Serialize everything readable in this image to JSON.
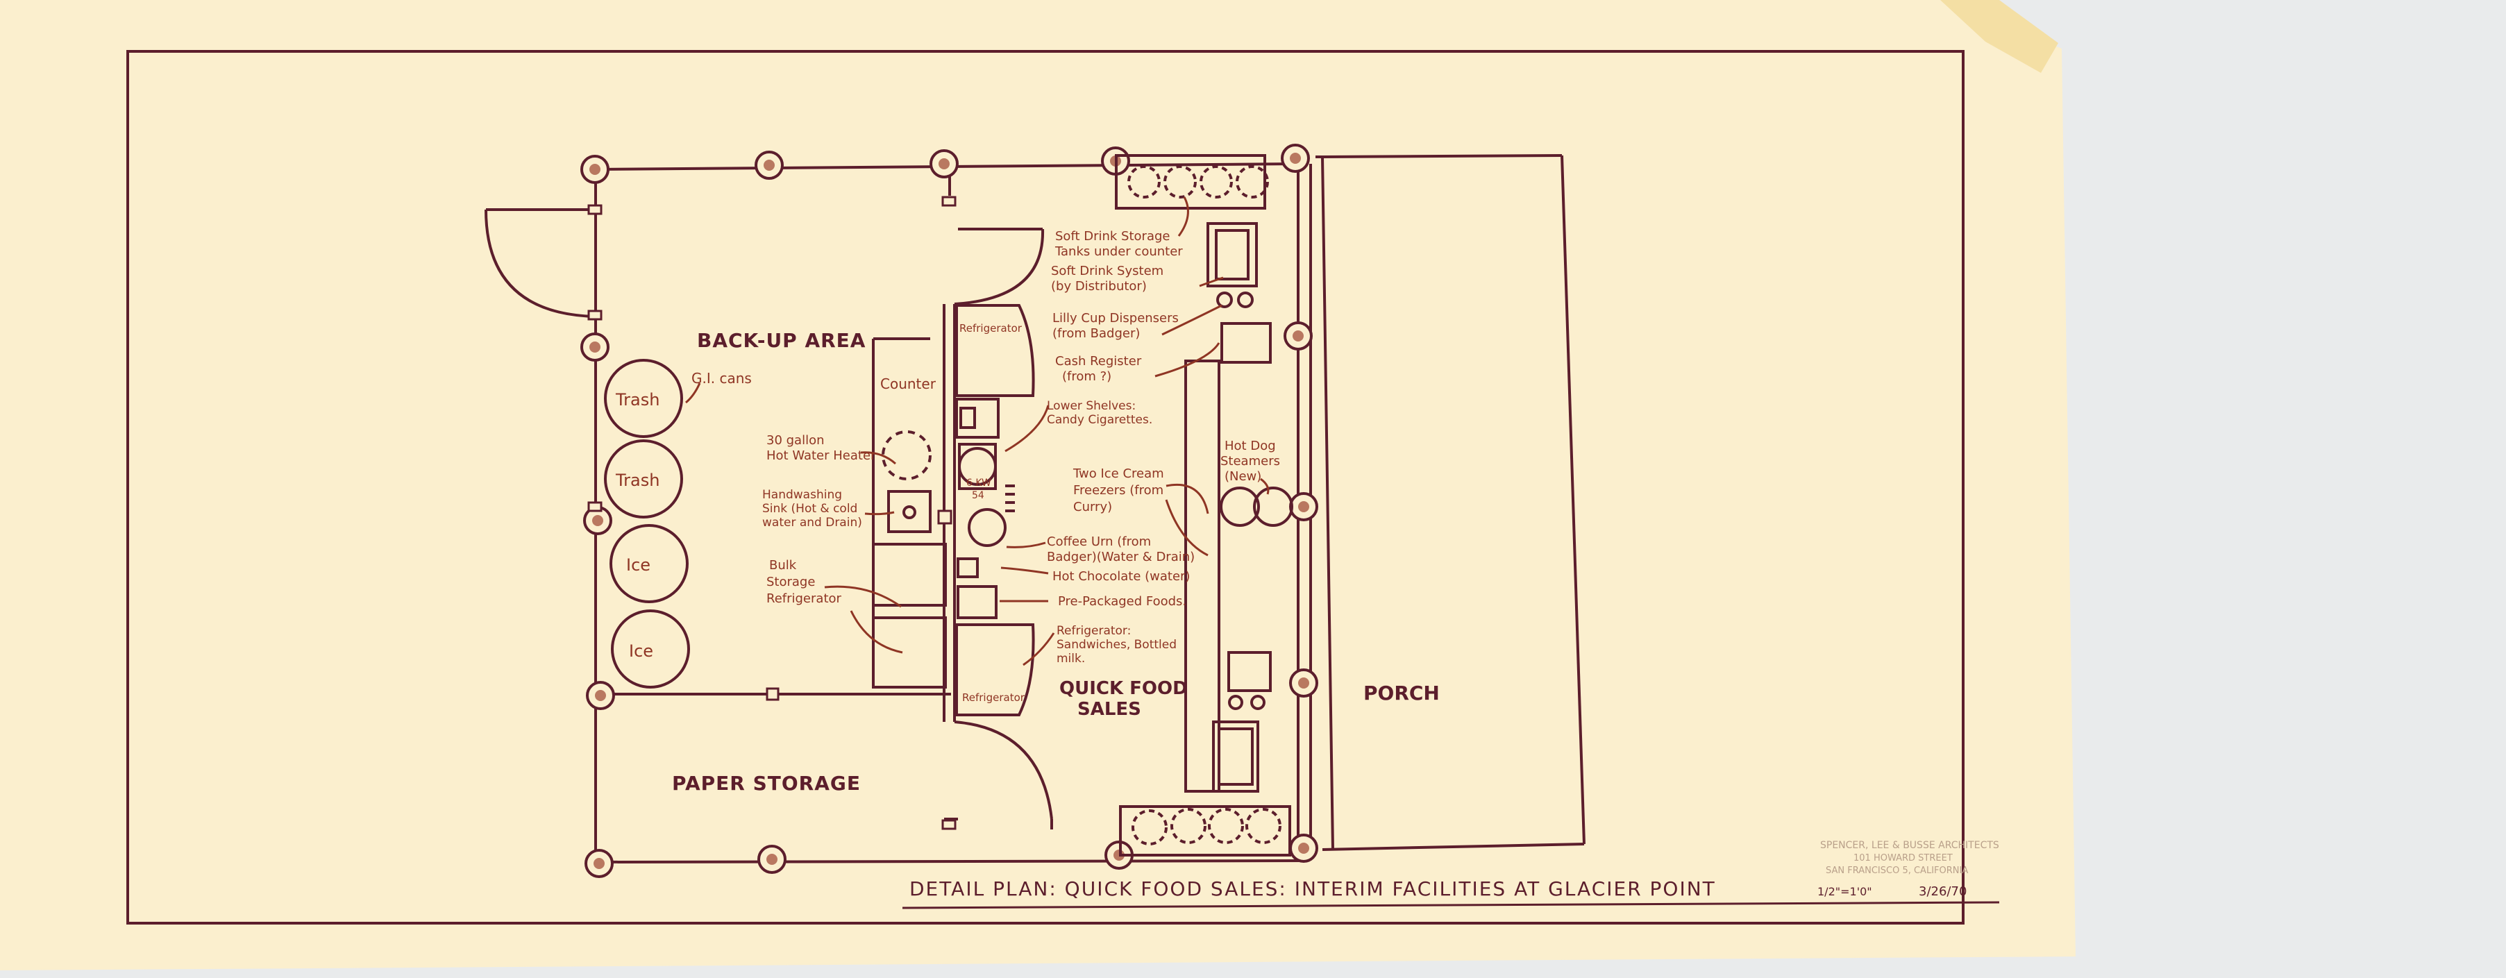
{
  "colors": {
    "paper": "#fbefce",
    "background": "#e9ebec",
    "plum_ink": "#5c1e2c",
    "red_ink": "#8f3524",
    "stamp": "#b9a08a"
  },
  "drawing": {
    "title": "DETAIL PLAN:  QUICK FOOD SALES:   INTERIM FACILITIES AT GLACIER POINT",
    "scale": "1/2\"=1'0\"",
    "date": "3/26/70",
    "stamp": {
      "line1": "SPENCER, LEE & BUSSE ARCHITECTS",
      "line2": "101 HOWARD STREET",
      "line3": "SAN FRANCISCO 5, CALIFORNIA"
    }
  },
  "areas": {
    "backup": "BACK-UP AREA",
    "paper": "PAPER STORAGE",
    "quick_food": [
      "QUICK FOOD",
      "SALES"
    ],
    "porch": "PORCH"
  },
  "equipment": {
    "trash1": "Trash",
    "trash2": "Trash",
    "ice1": "Ice",
    "ice2": "Ice",
    "gi_cans": "G.I. cans",
    "counter": "Counter",
    "refrigerator_top": "Refrigerator",
    "refrigerator_bottom": "Refrigerator",
    "coffee_urn": [
      "6 KW",
      "54"
    ]
  },
  "labels": {
    "water_heater": [
      "30 gallon",
      "Hot Water Heater"
    ],
    "handsink": [
      "Handwashing",
      "Sink (Hot & cold",
      "water and Drain)"
    ],
    "bulk_refrigerator": [
      "Bulk",
      "Storage",
      "Refrigerator"
    ],
    "lower_shelves": [
      "Lower Shelves:",
      "Candy Cigarettes."
    ],
    "soft_drink_storage": [
      "Soft Drink Storage",
      "Tanks under counter"
    ],
    "soft_drink_system": [
      "Soft Drink System",
      "(by Distributor)"
    ],
    "lilly_cup": [
      "Lilly Cup Dispensers",
      "(from Badger)"
    ],
    "cash_register": [
      "Cash Register",
      "(from  ?)"
    ],
    "ice_cream": [
      "Two Ice Cream",
      "Freezers (from",
      "Curry)"
    ],
    "hot_dog": [
      "Hot Dog",
      "Steamers",
      "(New)"
    ],
    "coffee": [
      "Coffee Urn (from",
      "Badger)(Water & Drain)"
    ],
    "hot_chocolate": "Hot Chocolate (water)",
    "pre_packaged": "Pre-Packaged Foods.",
    "refrigerator_note": [
      "Refrigerator:",
      "Sandwiches, Bottled",
      "milk."
    ]
  }
}
